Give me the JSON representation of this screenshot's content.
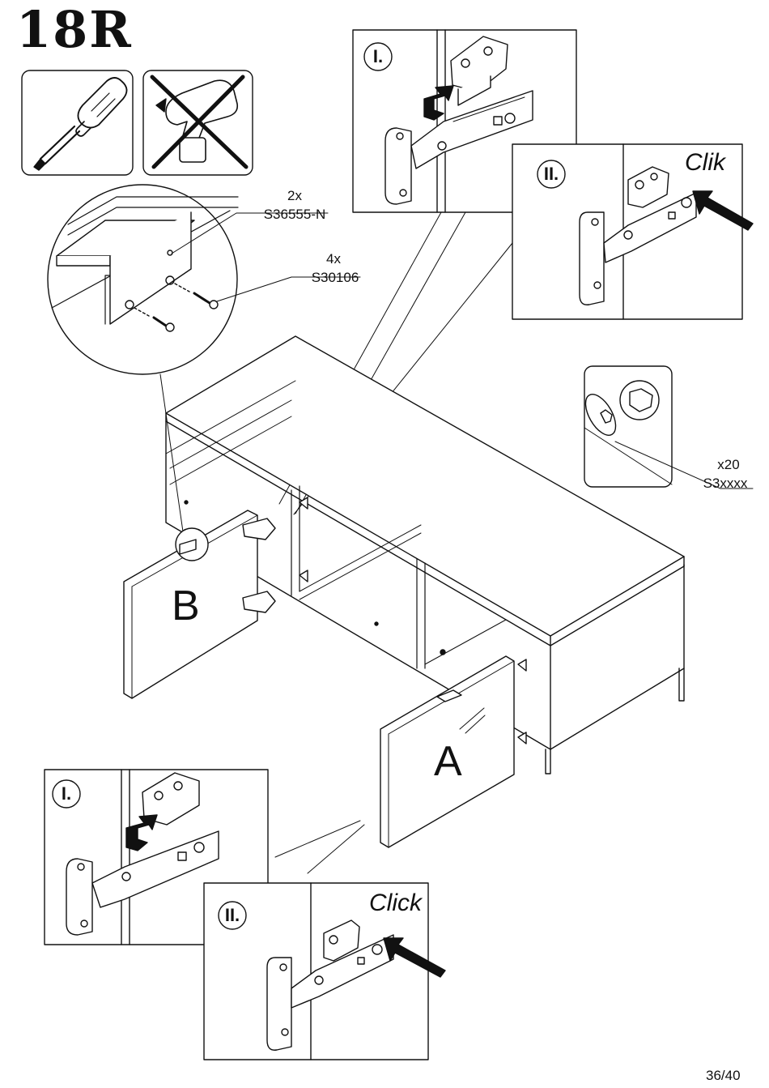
{
  "step_number": "18R",
  "tools": {
    "allowed": "screwdriver-icon",
    "forbidden": "drill-crossed-out-icon"
  },
  "parts": {
    "bracket": {
      "qty": "2x",
      "code": "S36555-N"
    },
    "screw": {
      "qty": "4x",
      "code": "S30106"
    },
    "hinge_cover": {
      "qty": "x20",
      "code": "S3xxxx"
    }
  },
  "doors": {
    "left": "B",
    "right": "A"
  },
  "hinge_steps": {
    "top": {
      "step1": "I.",
      "step2": "II.",
      "click_word": "Clik"
    },
    "bottom": {
      "step1": "I.",
      "step2": "II.",
      "click_word": "Click"
    }
  },
  "page_number": "36/40"
}
